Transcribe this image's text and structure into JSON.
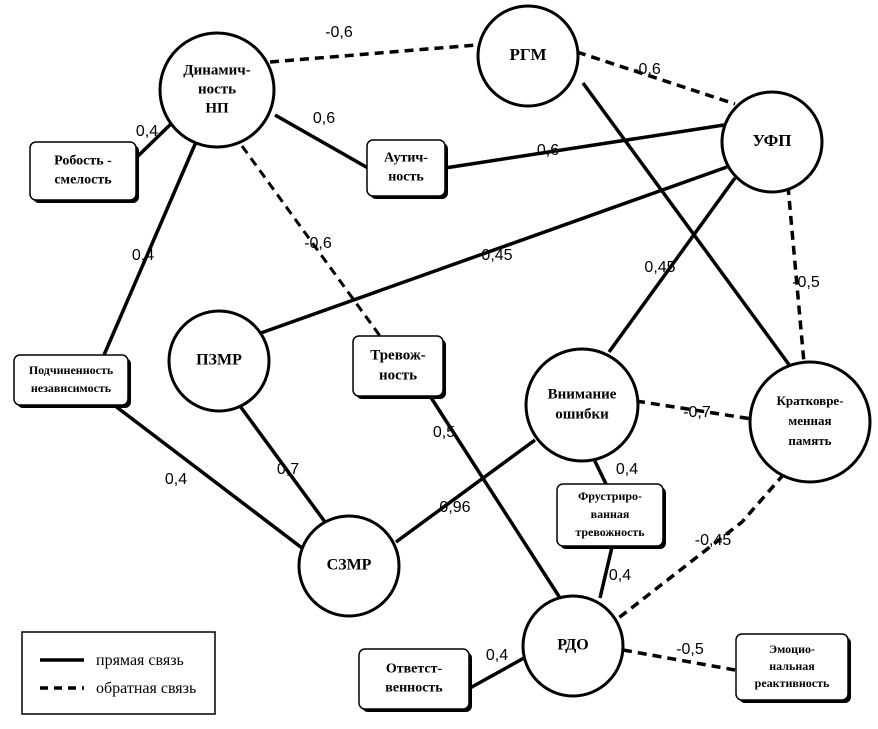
{
  "nodes": [
    {
      "id": "dyn",
      "shape": "circle",
      "lines": [
        "Динамич-",
        "ность",
        "НП"
      ]
    },
    {
      "id": "rgm",
      "shape": "circle",
      "lines": [
        "РГМ"
      ]
    },
    {
      "id": "ufp",
      "shape": "circle",
      "lines": [
        "УФП"
      ]
    },
    {
      "id": "robost",
      "shape": "rect",
      "lines": [
        "Робость -",
        "смелость"
      ]
    },
    {
      "id": "autich",
      "shape": "rect",
      "lines": [
        "Аутич-",
        "ность"
      ]
    },
    {
      "id": "podch",
      "shape": "rect",
      "lines": [
        "Подчиненность",
        "независимость"
      ]
    },
    {
      "id": "pzmr",
      "shape": "circle",
      "lines": [
        "ПЗМР"
      ]
    },
    {
      "id": "trevozh",
      "shape": "rect",
      "lines": [
        "Тревож-",
        "ность"
      ]
    },
    {
      "id": "vnim",
      "shape": "circle",
      "lines": [
        "Внимание",
        "ошибки"
      ]
    },
    {
      "id": "krat",
      "shape": "circle",
      "lines": [
        "Кратковре-",
        "менная",
        "память"
      ]
    },
    {
      "id": "frust",
      "shape": "rect",
      "lines": [
        "Фрустриро-",
        "ванная",
        "тревожность"
      ]
    },
    {
      "id": "szmr",
      "shape": "circle",
      "lines": [
        "СЗМР"
      ]
    },
    {
      "id": "rdo",
      "shape": "circle",
      "lines": [
        "РДО"
      ]
    },
    {
      "id": "otvet",
      "shape": "rect",
      "lines": [
        "Ответст-",
        "венность"
      ]
    },
    {
      "id": "emoc",
      "shape": "rect",
      "lines": [
        "Эмоцио-",
        "нальная",
        "реактивность"
      ]
    }
  ],
  "edges": [
    {
      "id": "dyn-rgm",
      "type": "inverse",
      "label": "-0,6"
    },
    {
      "id": "rgm-ufp",
      "type": "inverse",
      "label": "-0,6"
    },
    {
      "id": "dyn-autich",
      "type": "direct",
      "label": "0,6"
    },
    {
      "id": "autich-ufp",
      "type": "direct",
      "label": "0,6"
    },
    {
      "id": "dyn-robost",
      "type": "direct",
      "label": "0,4"
    },
    {
      "id": "dyn-podch",
      "type": "direct",
      "label": "0,4"
    },
    {
      "id": "dyn-trevozh",
      "type": "inverse",
      "label": "-0,6"
    },
    {
      "id": "ufp-pzmr",
      "type": "direct",
      "label": "0,45"
    },
    {
      "id": "ufp-vnim",
      "type": "direct",
      "label": "0,45"
    },
    {
      "id": "ufp-krat",
      "type": "inverse",
      "label": "-0,5"
    },
    {
      "id": "rgm-krat",
      "type": "direct",
      "label": ""
    },
    {
      "id": "vnim-krat",
      "type": "inverse",
      "label": "-0,7"
    },
    {
      "id": "pzmr-szmr",
      "type": "direct",
      "label": "0,7"
    },
    {
      "id": "podch-szmr",
      "type": "direct",
      "label": "0,4"
    },
    {
      "id": "szmr-vnim",
      "type": "direct",
      "label": "0,96"
    },
    {
      "id": "trevozh-rdo",
      "type": "direct",
      "label": "0,5"
    },
    {
      "id": "vnim-frust",
      "type": "direct",
      "label": "0,4"
    },
    {
      "id": "frust-rdo",
      "type": "direct",
      "label": "0,4"
    },
    {
      "id": "krat-rdo",
      "type": "inverse",
      "label": "-0,45"
    },
    {
      "id": "rdo-otvet",
      "type": "direct",
      "label": "0,4"
    },
    {
      "id": "rdo-emoc",
      "type": "inverse",
      "label": "-0,5"
    }
  ],
  "legend": {
    "direct": "прямая связь",
    "inverse": "обратная связь"
  }
}
